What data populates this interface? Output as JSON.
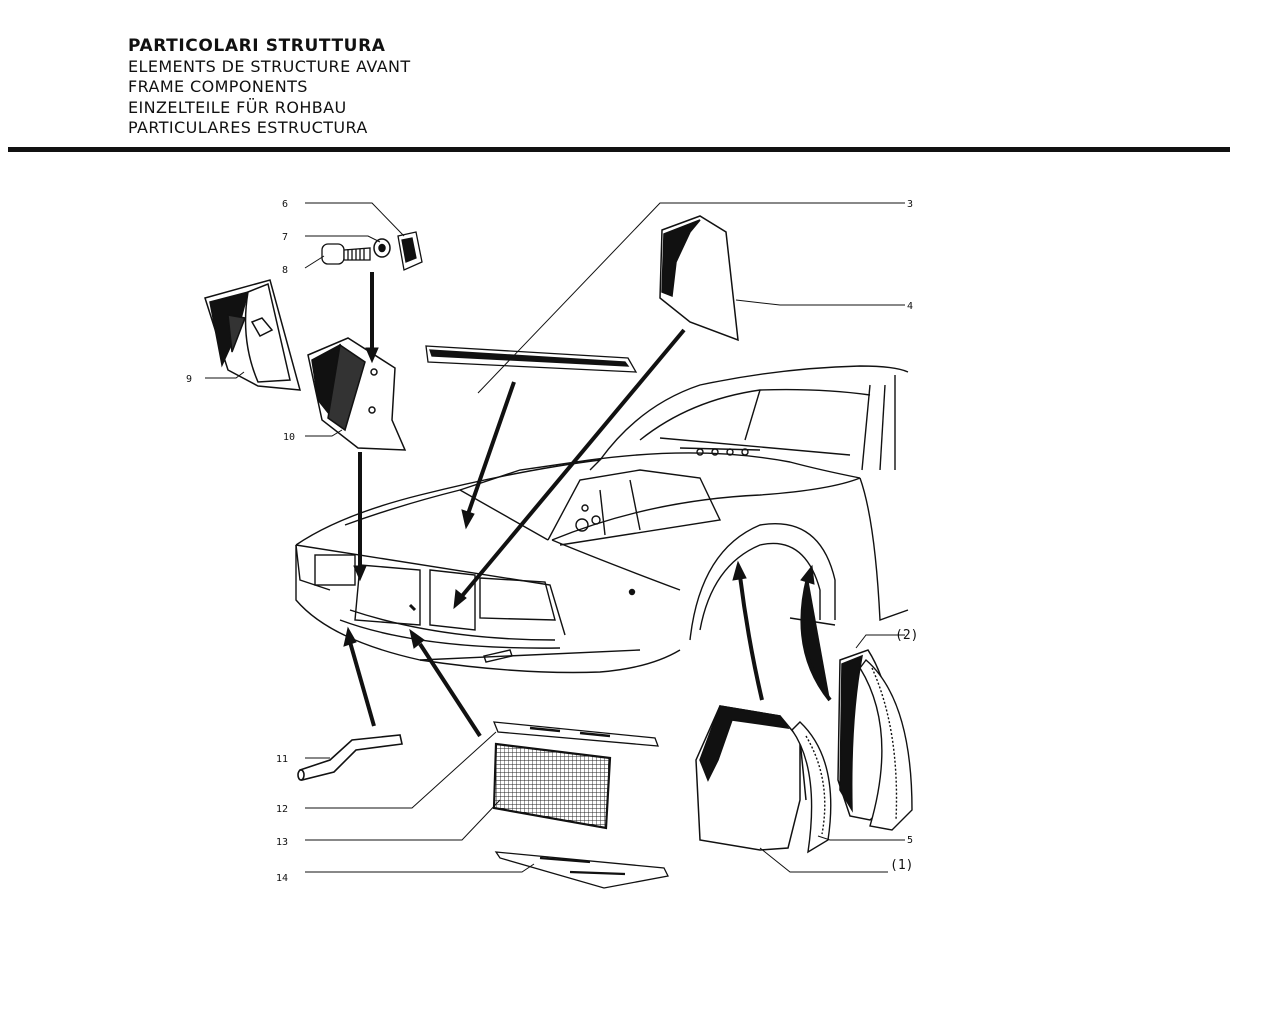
{
  "header": {
    "lines": [
      "PARTICOLARI STRUTTURA",
      "ELEMENTS DE STRUCTURE AVANT",
      "FRAME COMPONENTS",
      "EINZELTEILE FÜR ROHBAU",
      "PARTICULARES ESTRUCTURA"
    ]
  },
  "callouts": {
    "c6": "6",
    "c7": "7",
    "c8": "8",
    "c9": "9",
    "c10": "10",
    "c3": "3",
    "c4": "4",
    "c2": "(2)",
    "c5": "5",
    "c1": "(1)",
    "c11": "11",
    "c12": "12",
    "c13": "13",
    "c14": "14"
  }
}
